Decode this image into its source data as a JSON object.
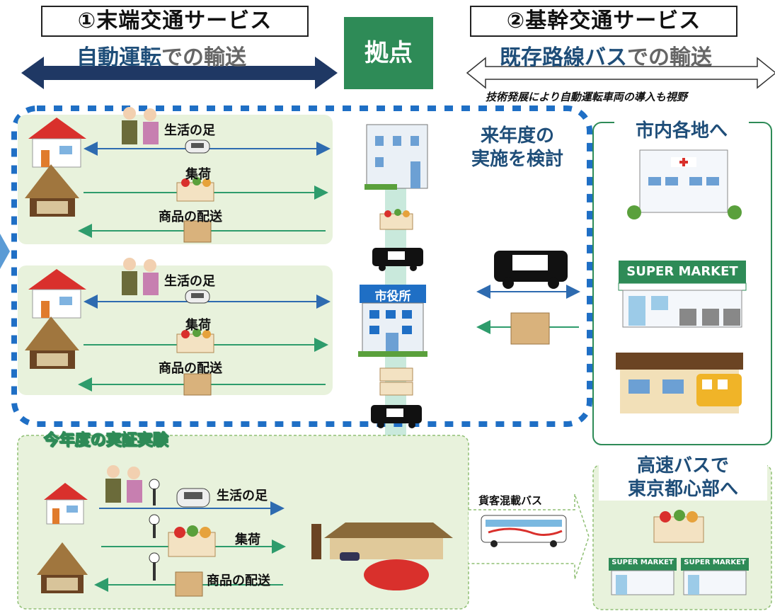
{
  "header": {
    "last_mile": {
      "title": "①末端交通サービス",
      "sub_main": "自動運転",
      "sub_rest": "での輸送"
    },
    "hub": "拠点",
    "trunk": {
      "title": "②基幹交通サービス",
      "sub_main": "既存路線バス",
      "sub_rest": "での輸送"
    },
    "trunk_note": "技術発展により自動運転車両の導入も視野"
  },
  "next_year": {
    "title_line1": "来年度の",
    "title_line2": "実施を検討"
  },
  "city_panel": {
    "title": "市内各地へ",
    "supermarket_sign": "SUPER MARKET"
  },
  "village_rows": [
    {
      "commute": "生活の足",
      "pickup": "集荷",
      "delivery": "商品の配送"
    },
    {
      "commute": "生活の足",
      "pickup": "集荷",
      "delivery": "商品の配送"
    }
  ],
  "city_hall_sign": "市役所",
  "trial": {
    "title": "今年度の実証実験",
    "commute": "生活の足",
    "pickup": "集荷",
    "delivery": "商品の配送",
    "mixed_bus": "貨客混載バス"
  },
  "express": {
    "title_line1": "高速バスで",
    "title_line2": "東京都心部へ",
    "sign": "SUPER MARKET"
  },
  "colors": {
    "navy": "#1f3864",
    "blue_dot": "#1f6fc5",
    "green": "#2e8b57",
    "panel": "#e8f2dc",
    "title_blue": "#1f4e79"
  }
}
